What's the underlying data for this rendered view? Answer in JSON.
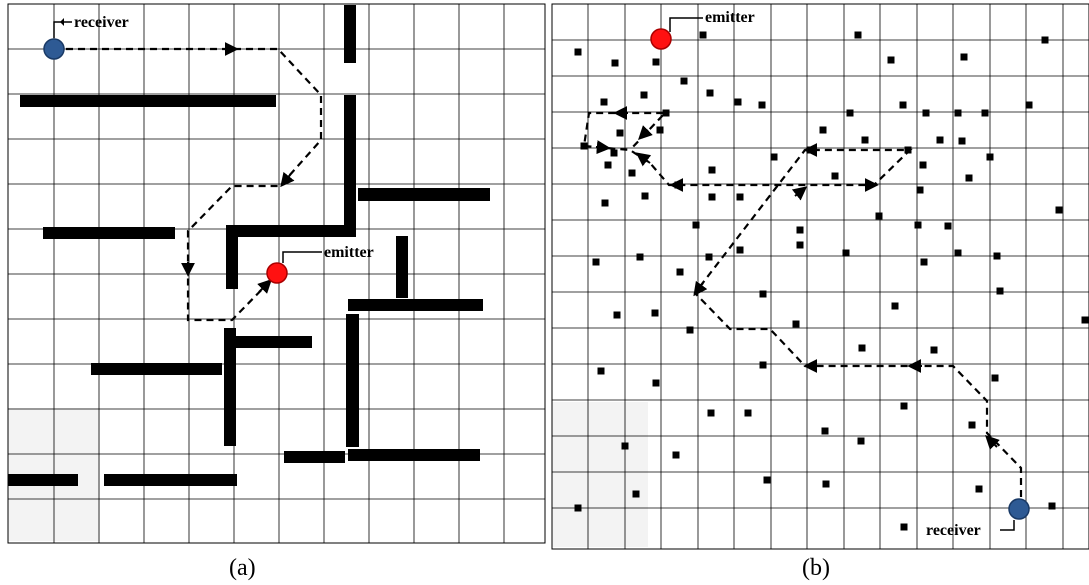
{
  "panel_a": {
    "caption": "(a)",
    "receiver_label": "receiver",
    "emitter_label": "emitter"
  },
  "panel_b": {
    "caption": "(b)",
    "receiver_label": "receiver",
    "emitter_label": "emitter"
  },
  "colors": {
    "receiver": "#2e5a94",
    "emitter": "#ff1111",
    "obstacle": "#000000",
    "grid": "#000000"
  }
}
